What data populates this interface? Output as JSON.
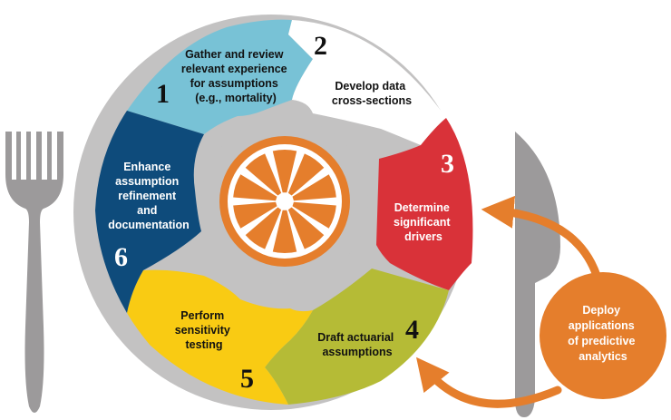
{
  "colors": {
    "plate": "#c3c2c2",
    "cutlery": "#9c9a9b",
    "orange": "#e57e2c",
    "seg1": "#78c2d6",
    "seg2": "#ffffff",
    "seg3": "#d93239",
    "seg4": "#b5bb36",
    "seg5": "#f9cb13",
    "seg6": "#0e4b7b",
    "dark_text": "#111111",
    "light_text": "#ffffff"
  },
  "segments": [
    {
      "number": "1",
      "lines": [
        "Gather and review",
        "relevant experience",
        "for assumptions",
        "(e.g., mortality)"
      ],
      "color_key": "seg1",
      "text_color_key": "dark_text",
      "num_color_key": "dark_text"
    },
    {
      "number": "2",
      "lines": [
        "Develop data",
        "cross-sections"
      ],
      "color_key": "seg2",
      "text_color_key": "dark_text",
      "num_color_key": "dark_text"
    },
    {
      "number": "3",
      "lines": [
        "Determine",
        "significant",
        "drivers"
      ],
      "color_key": "seg3",
      "text_color_key": "light_text",
      "num_color_key": "light_text"
    },
    {
      "number": "4",
      "lines": [
        "Draft actuarial",
        "assumptions"
      ],
      "color_key": "seg4",
      "text_color_key": "dark_text",
      "num_color_key": "dark_text"
    },
    {
      "number": "5",
      "lines": [
        "Perform",
        "sensitivity",
        "testing"
      ],
      "color_key": "seg5",
      "text_color_key": "dark_text",
      "num_color_key": "dark_text"
    },
    {
      "number": "6",
      "lines": [
        "Enhance",
        "assumption",
        "refinement",
        "and",
        "documentation"
      ],
      "color_key": "seg6",
      "text_color_key": "light_text",
      "num_color_key": "light_text"
    }
  ],
  "deploy": {
    "lines": [
      "Deploy",
      "applications",
      "of predictive",
      "analytics"
    ]
  },
  "icons": {
    "fork": "fork-icon",
    "knife": "knife-icon",
    "orange_slice": "orange-slice-icon"
  }
}
